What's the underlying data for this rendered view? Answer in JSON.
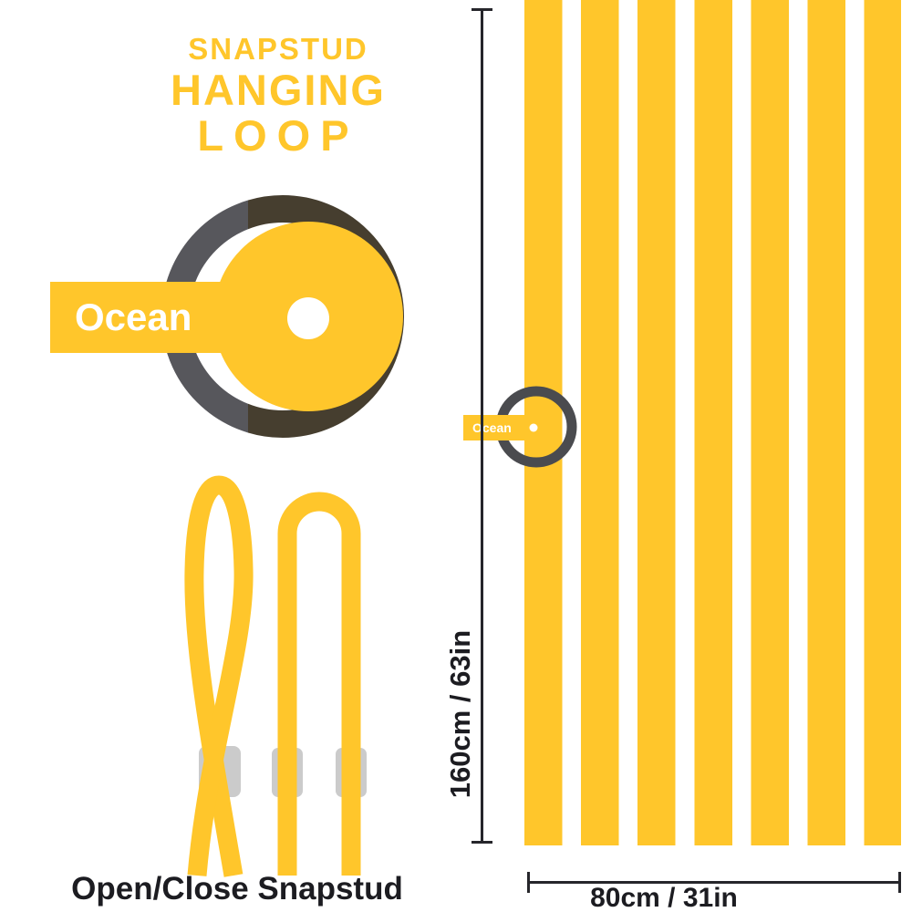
{
  "header": {
    "line1": "SNAPSTUD",
    "line2": "HANGING",
    "line3": "LOOP"
  },
  "hanging_loop": {
    "brand_label": "Ocean"
  },
  "snapstud_caption": "Open/Close Snapstud",
  "towel": {
    "brand_label": "Ocean",
    "stripe_count": 7
  },
  "dimensions": {
    "height_label": "160cm / 63in",
    "width_label": "80cm / 31in"
  },
  "colors": {
    "yellow": "#FFC62B",
    "ring_gray": "#57575C",
    "ring_brown": "#463E2F",
    "towel_ring_gray": "#4A4B4F",
    "stud_gray": "#CBCBCB",
    "text_dark": "#1C1C21",
    "dimension_line": "#26262B"
  }
}
